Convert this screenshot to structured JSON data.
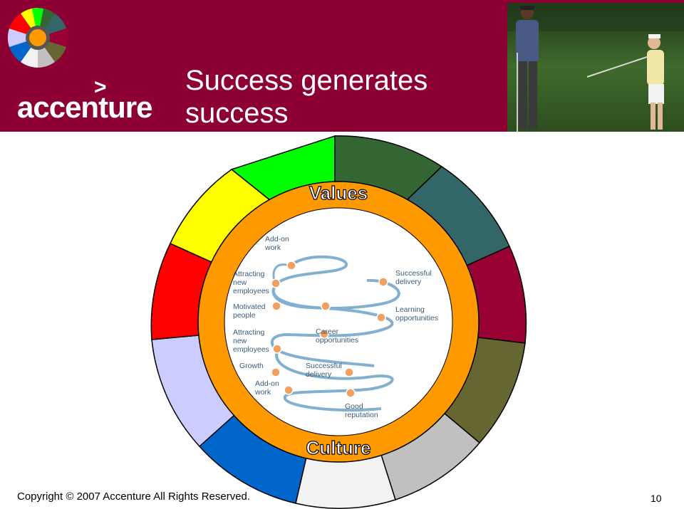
{
  "title": {
    "line1": "Success generates",
    "line2": "success"
  },
  "brand": {
    "name": "accenture",
    "chevron": ">"
  },
  "wheel": {
    "top_label": "Values",
    "bottom_label": "Culture",
    "segment_colors": [
      "#00ff00",
      "#336633",
      "#336666",
      "#990033",
      "#666633",
      "#c0c0c0",
      "#f2f2f2",
      "#0066cc",
      "#ccccff",
      "#ff0000",
      "#ffff00"
    ],
    "ring_color": "#ff9900"
  },
  "spiral_labels": {
    "addon_work_top": [
      "Add-on",
      "work"
    ],
    "attracting_new_top": [
      "Attracting",
      "new",
      "employees"
    ],
    "motivated_people": [
      "Motivated",
      "people"
    ],
    "attracting_new_mid": [
      "Attracting",
      "new",
      "employees"
    ],
    "growth": [
      "Growth"
    ],
    "addon_work_bottom": [
      "Add-on",
      "work"
    ],
    "successful_delivery_top": [
      "Successful",
      "delivery"
    ],
    "learning_opportunities": [
      "Learning",
      "opportunities"
    ],
    "career_opportunities": [
      "Career",
      "opportunities"
    ],
    "successful_delivery_mid": [
      "Successful",
      "delivery"
    ],
    "good_reputation": [
      "Good",
      "reputation"
    ]
  },
  "footer": {
    "copyright": "Copyright © 2007 Accenture All Rights Reserved.",
    "page_number": "10"
  }
}
